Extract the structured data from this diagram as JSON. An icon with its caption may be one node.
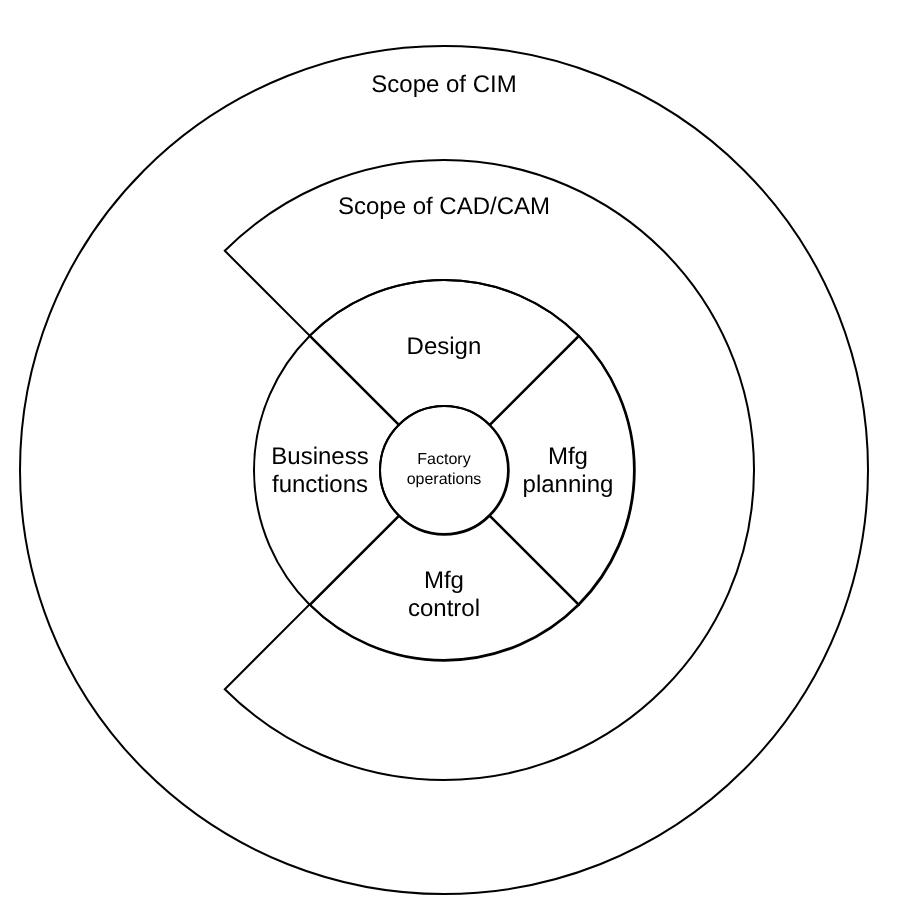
{
  "diagram": {
    "nodes": [
      {
        "text": [
          "Scope of CIM"
        ]
      },
      {
        "text": [
          "Scope of CAD/CAM"
        ],
        "in": 0
      },
      {
        "text": [
          "Design"
        ],
        "in": 0
      },
      {
        "text": [
          "Mfg planning"
        ],
        "in": 0
      },
      {
        "text": [
          "Mfg control"
        ],
        "in": 0
      },
      {
        "text": [
          "Business functions"
        ],
        "in": 0
      },
      {
        "text": [
          "Factory operations"
        ],
        "in": 0
      }
    ]
  }
}
